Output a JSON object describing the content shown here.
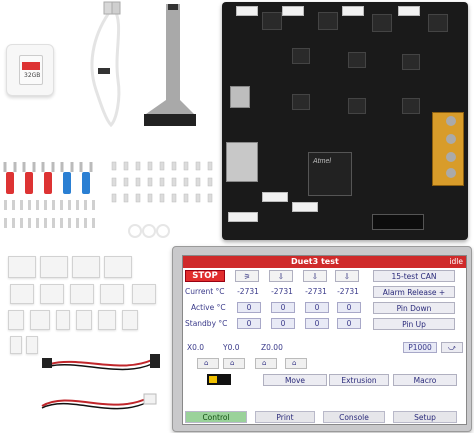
{
  "sdcard": {
    "label": "32GB"
  },
  "board": {
    "chip_label": "Atmel"
  },
  "display": {
    "title": "Duet3 test",
    "status": "idle",
    "stop_label": "STOP",
    "can_button": "15-test CAN",
    "current_label": "Current °C",
    "active_label": "Active °C",
    "standby_label": "Standby °C",
    "current_values": [
      "-2731",
      "-2731",
      "-2731",
      "-2731"
    ],
    "active_values": [
      "0",
      "0",
      "0",
      "0"
    ],
    "standby_values": [
      "0",
      "0",
      "0",
      "0"
    ],
    "alarm_button": "Alarm Release +",
    "pin_down": "Pin Down",
    "pin_up": "Pin Up",
    "x_label": "X0.0",
    "y_label": "Y0.0",
    "z_label": "Z0.00",
    "p_label": "P1000",
    "move": "Move",
    "extrusion": "Extrusion",
    "macro": "Macro",
    "tabs": [
      "Control",
      "Print",
      "Console",
      "Setup"
    ]
  }
}
